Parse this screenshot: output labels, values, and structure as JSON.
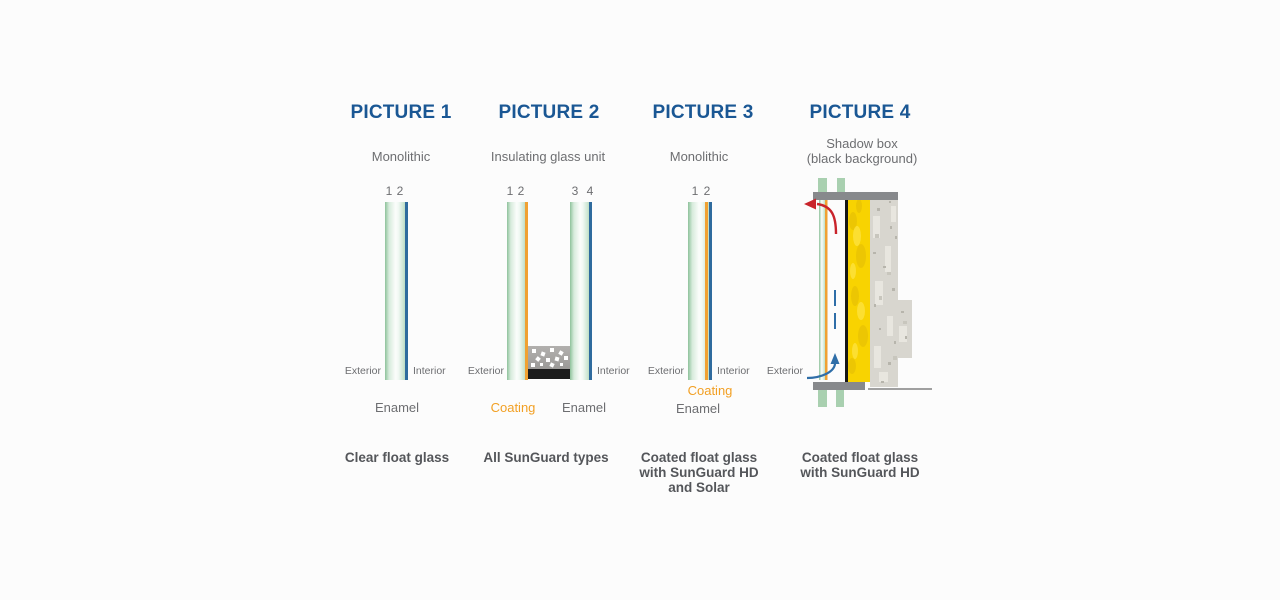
{
  "picture1": {
    "title": "PICTURE 1",
    "subtitle": "Monolithic",
    "numbers": [
      "1",
      "2"
    ],
    "exterior": "Exterior",
    "interior": "Interior",
    "enamel": "Enamel",
    "caption": "Clear float glass"
  },
  "picture2": {
    "title": "PICTURE 2",
    "subtitle": "Insulating glass unit",
    "numbers": [
      "1",
      "2",
      "3",
      "4"
    ],
    "exterior": "Exterior",
    "interior": "Interior",
    "coating": "Coating",
    "enamel": "Enamel",
    "caption": "All SunGuard types"
  },
  "picture3": {
    "title": "PICTURE 3",
    "subtitle": "Monolithic",
    "numbers": [
      "1",
      "2"
    ],
    "exterior": "Exterior",
    "interior": "Interior",
    "coating": "Coating",
    "enamel": "Enamel",
    "caption": "Coated float glass\nwith SunGuard HD\nand Solar"
  },
  "picture4": {
    "title": "PICTURE 4",
    "subtitle": "Shadow box\n(black background)",
    "exterior": "Exterior",
    "caption": "Coated float glass\nwith SunGuard HD"
  },
  "colors": {
    "header_blue": "#1a5794",
    "label_gray": "#6d6e71",
    "caption_gray": "#54565a",
    "coating_orange": "#f0a132",
    "enamel_blue": "#2f6b9e",
    "glass_green": "#8ec29b",
    "insulation_yellow": "#f8d301",
    "frame_gray": "#87898c",
    "arrow_red": "#c9242b",
    "arrow_blue": "#2f6ea8"
  }
}
